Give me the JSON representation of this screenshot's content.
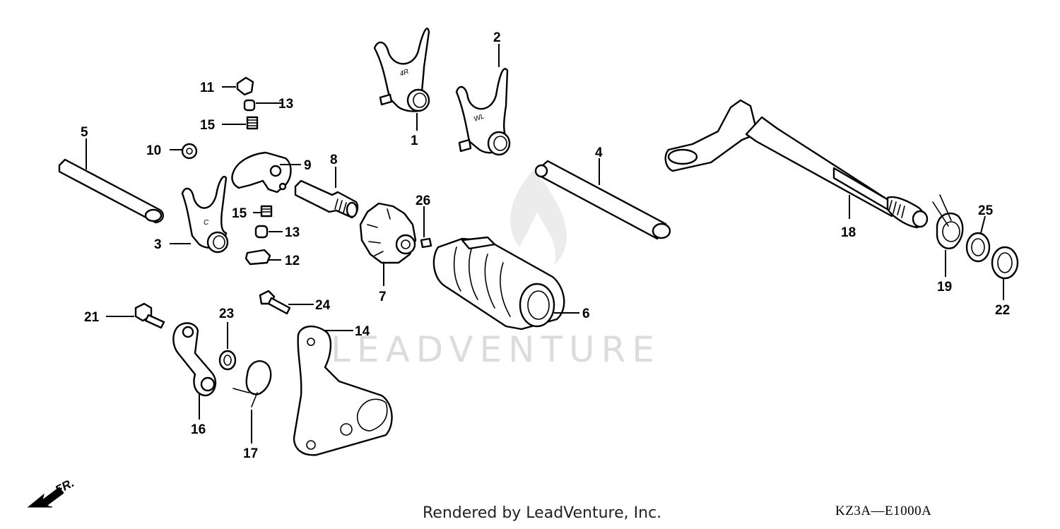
{
  "diagram": {
    "callouts": {
      "c1": "1",
      "c2": "2",
      "c3": "3",
      "c4": "4",
      "c5": "5",
      "c6": "6",
      "c7": "7",
      "c8": "8",
      "c9": "9",
      "c10": "10",
      "c11": "11",
      "c12": "12",
      "c13a": "13",
      "c13b": "13",
      "c14": "14",
      "c15a": "15",
      "c15b": "15",
      "c16": "16",
      "c17": "17",
      "c18": "18",
      "c19": "19",
      "c21": "21",
      "c22": "22",
      "c23": "23",
      "c24": "24",
      "c25": "25",
      "c26": "26"
    },
    "part_marks": {
      "fork1": "4R",
      "fork2": "WL",
      "fork3": "C"
    },
    "direction_label": "FR.",
    "watermark": "LEADVENTURE",
    "footer_credit": "Rendered by LeadVenture, Inc.",
    "diagram_code": "KZ3A—E1000A"
  }
}
